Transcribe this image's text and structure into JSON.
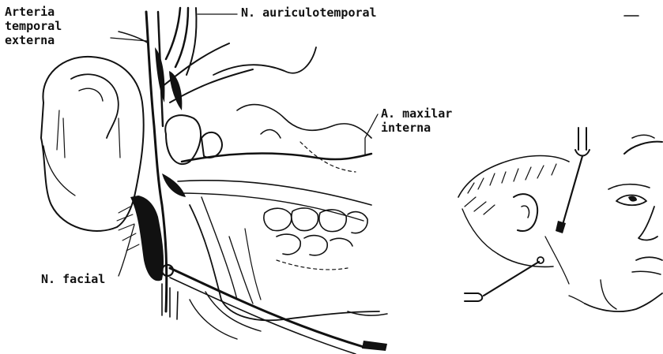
{
  "labels": {
    "arteria_temporal_externa": [
      "Arteria",
      "temporal",
      "externa"
    ],
    "n_auriculotemporal": "N. auriculotemporal",
    "a_maxilar_interna": [
      "A. maxilar",
      "interna"
    ],
    "n_facial": "N. facial"
  },
  "colors": {
    "ink": "#111111",
    "paper": "#ffffff"
  }
}
